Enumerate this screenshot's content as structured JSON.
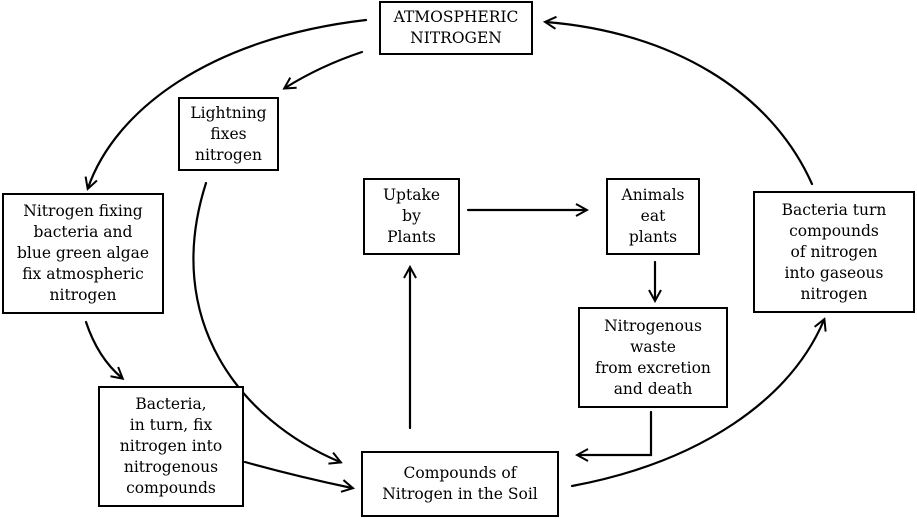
{
  "nodes": {
    "atmospheric": "ATMOSPHERIC\nNITROGEN",
    "lightning": "Lightning\nfixes\nnitrogen",
    "fixing": "Nitrogen fixing\nbacteria and\nblue green algae\nfix atmospheric\nnitrogen",
    "bacteria_fix": "Bacteria,\nin turn, fix\nnitrogen into\nnitrogenous\ncompounds",
    "soil": "Compounds of\nNitrogen in the Soil",
    "uptake": "Uptake\nby\nPlants",
    "animals": "Animals\neat\nplants",
    "waste": "Nitrogenous\nwaste\nfrom excretion\nand death",
    "denitrify": "Bacteria turn\ncompounds\nof nitrogen\ninto gaseous\nnitrogen"
  },
  "colors": {
    "stroke": "#000000",
    "background": "#ffffff"
  }
}
